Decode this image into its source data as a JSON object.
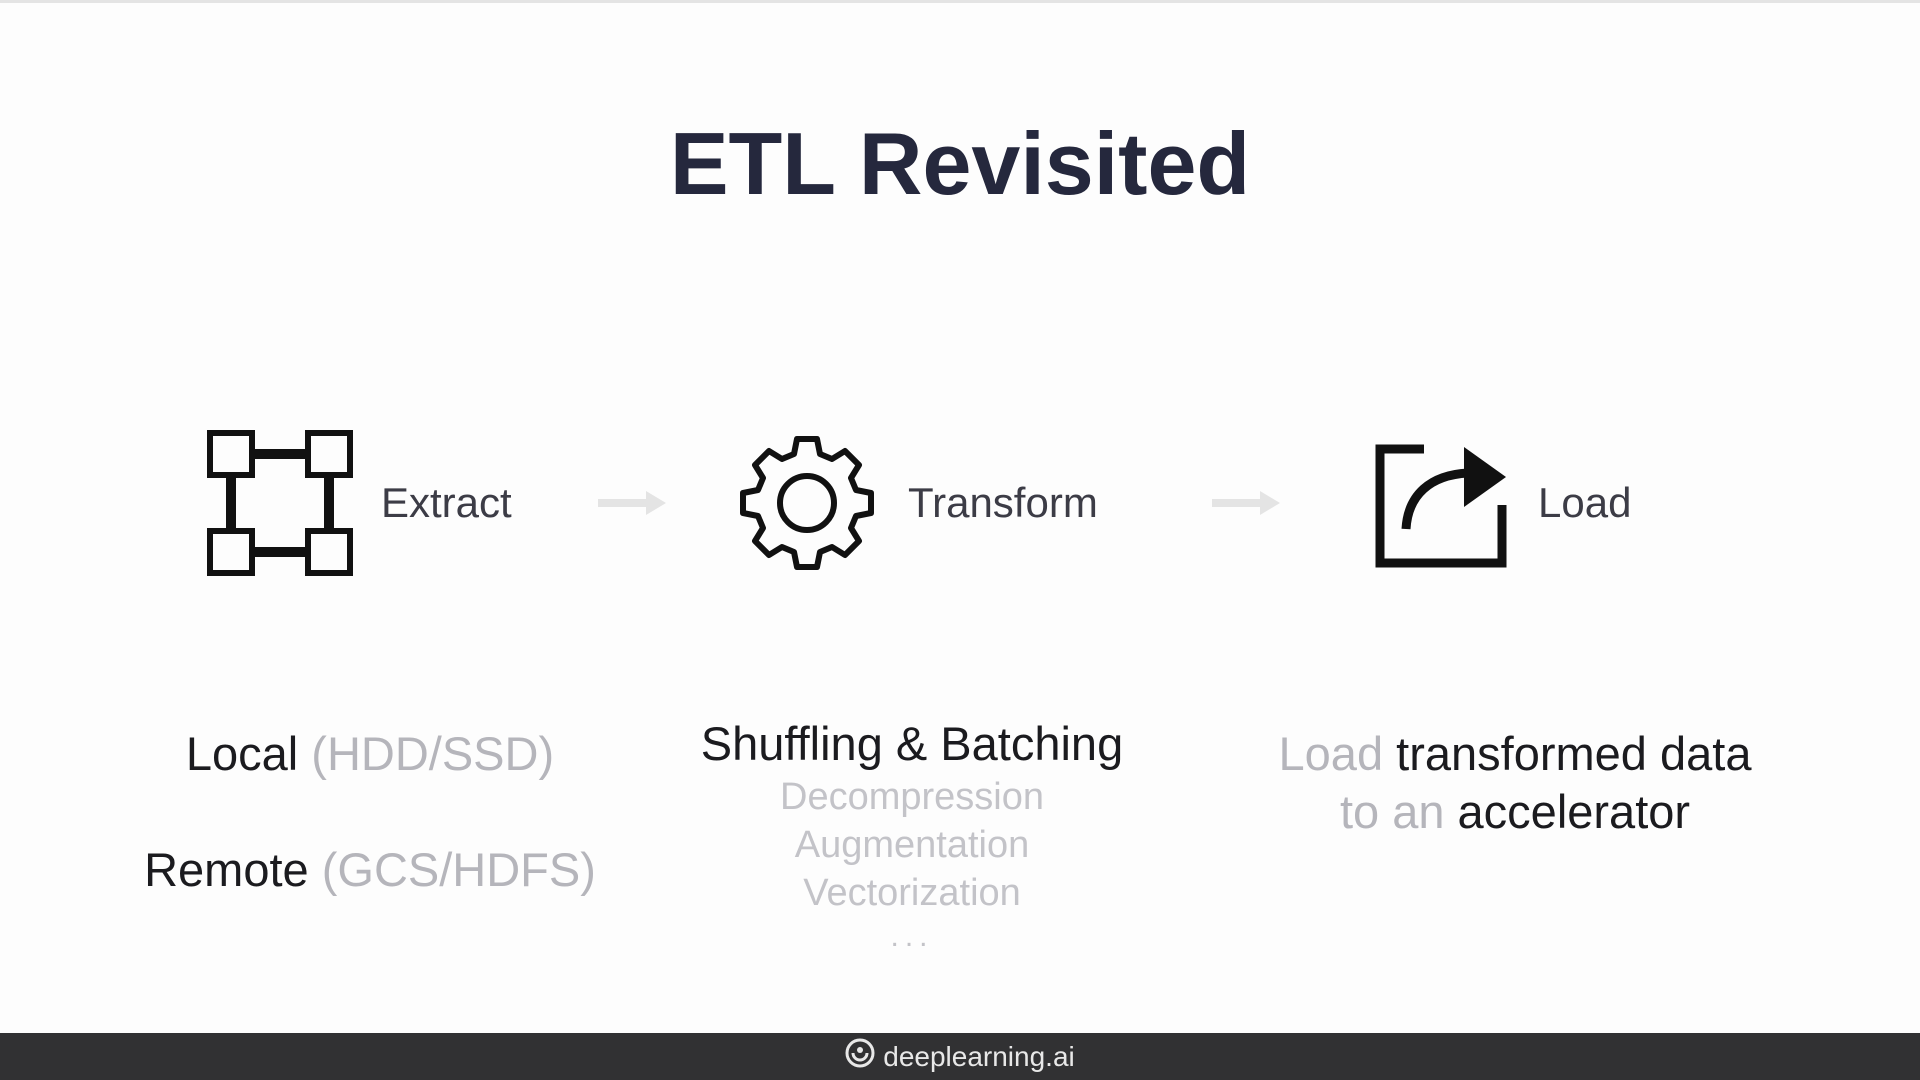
{
  "slide": {
    "title": "ETL Revisited"
  },
  "stages": {
    "extract": {
      "label": "Extract",
      "icon": "extract-nodes-icon"
    },
    "transform": {
      "label": "Transform",
      "icon": "gear-icon"
    },
    "load": {
      "label": "Load",
      "icon": "share-arrow-icon"
    }
  },
  "extract_details": {
    "local_label": "Local",
    "local_note": "(HDD/SSD)",
    "remote_label": "Remote",
    "remote_note": "(GCS/HDFS)"
  },
  "transform_details": {
    "main": "Shuffling & Batching",
    "items": [
      "Decompression",
      "Augmentation",
      "Vectorization"
    ],
    "ellipsis": "..."
  },
  "load_details": {
    "word1": "Load",
    "phrase1": "transformed data",
    "word2": "to an",
    "phrase2": "accelerator"
  },
  "footer": {
    "brand": "deeplearning.ai"
  },
  "colors": {
    "title": "#25283d",
    "text_dark": "#1b1b1f",
    "text_muted": "#b5b5bb",
    "footer_bg": "#313133"
  }
}
